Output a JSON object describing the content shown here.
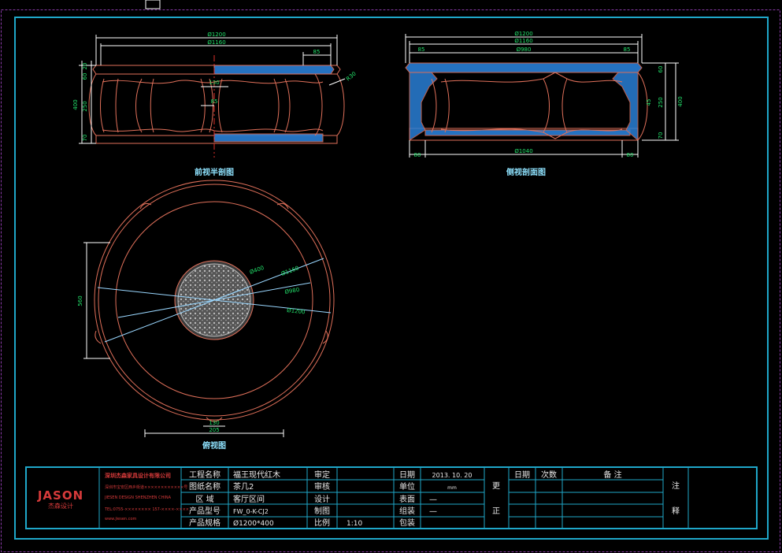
{
  "colors": {
    "background": "#000000",
    "frame": "#1fa7c9",
    "outline": "#e0705a",
    "dimension": "#ffffff",
    "dim_text": "#22e06a",
    "fill_blue": "#2a7fd6",
    "label_cyan": "#8fe3ff",
    "title_red": "#d63a3a"
  },
  "views": {
    "front": {
      "title": "前视半剖图",
      "dims_top": [
        "Ø1200",
        "Ø1160",
        "85"
      ],
      "dims_left": [
        "400",
        "20",
        "60",
        "250",
        "70"
      ],
      "dims_inner": [
        "130",
        "85"
      ],
      "leader": "R30"
    },
    "side": {
      "title": "侧视剖面图",
      "dims_top": [
        "Ø1200",
        "Ø1160",
        "Ø980",
        "85",
        "85"
      ],
      "dims_right": [
        "400",
        "60",
        "250",
        "70",
        "45"
      ],
      "dims_bottom": [
        "Ø1040",
        "80",
        "80"
      ]
    },
    "plan": {
      "title": "俯视图",
      "dims_radial": [
        "Ø400",
        "Ø1160",
        "Ø980",
        "Ø1200"
      ],
      "dim_left": "560",
      "dims_bottom": [
        "130",
        "205"
      ]
    }
  },
  "title_block": {
    "logo": "JASON",
    "logo_sub": "杰森设计",
    "company_lines": [
      "深圳杰森家具设计有限公司",
      "深圳市宝安区西乡街道××××××××××××号",
      "JIESEN DESIGN  SHENZHEN CHINA",
      "TEL:0755-××××××××  157-××××-××××",
      "www.jiesen.com"
    ],
    "rows": [
      {
        "label": "工程名称",
        "value": "福王现代红木",
        "label2": "审定",
        "value2": "",
        "label3": "日期",
        "value3": "2013. 10. 20"
      },
      {
        "label": "图纸名称",
        "value": "茶几2",
        "label2": "审核",
        "value2": "",
        "label3": "单位",
        "value3": "mm"
      },
      {
        "label": "区  域",
        "value": "客厅区间",
        "label2": "设计",
        "value2": "",
        "label3": "表面",
        "value3": "—"
      },
      {
        "label": "产品型号",
        "value": "FW_0-K-CJ2",
        "label2": "制图",
        "value2": "",
        "label3": "组装",
        "value3": "—"
      },
      {
        "label": "产品规格",
        "value": "Ø1200*400",
        "label2": "比例",
        "value2": "1:10",
        "label3": "包装",
        "value3": ""
      }
    ],
    "revision": {
      "col1": "日期",
      "col2": "次数",
      "col3": "备  注",
      "side1": "更",
      "side2": "正"
    },
    "notes": {
      "top": "注",
      "bottom": "释"
    }
  }
}
